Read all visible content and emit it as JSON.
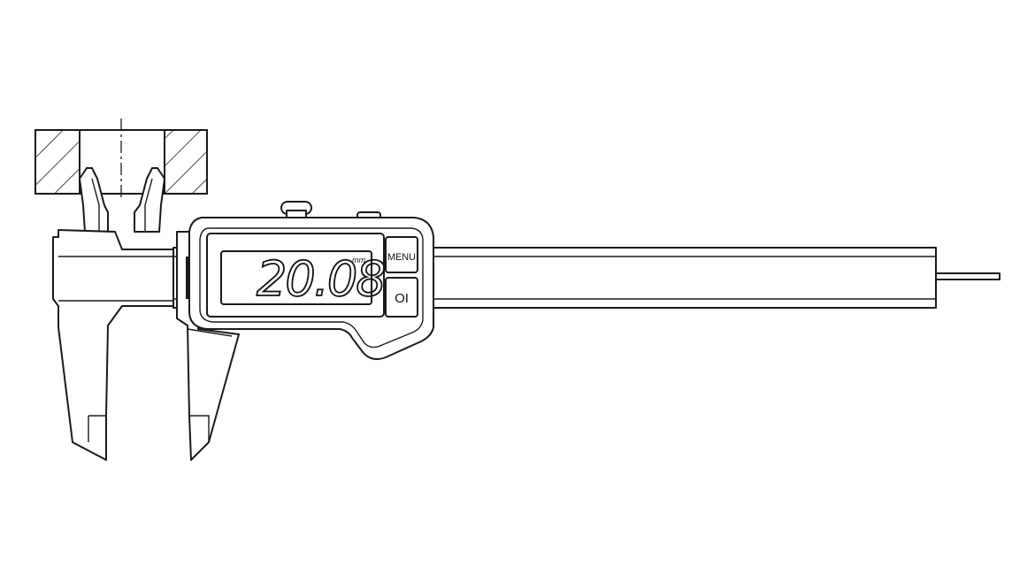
{
  "display": {
    "reading": "20.08",
    "unit": "mm"
  },
  "buttons": {
    "menu_label": "MENU",
    "power_label": "OI"
  },
  "colors": {
    "line": "#1a1a1a",
    "background": "#ffffff"
  }
}
